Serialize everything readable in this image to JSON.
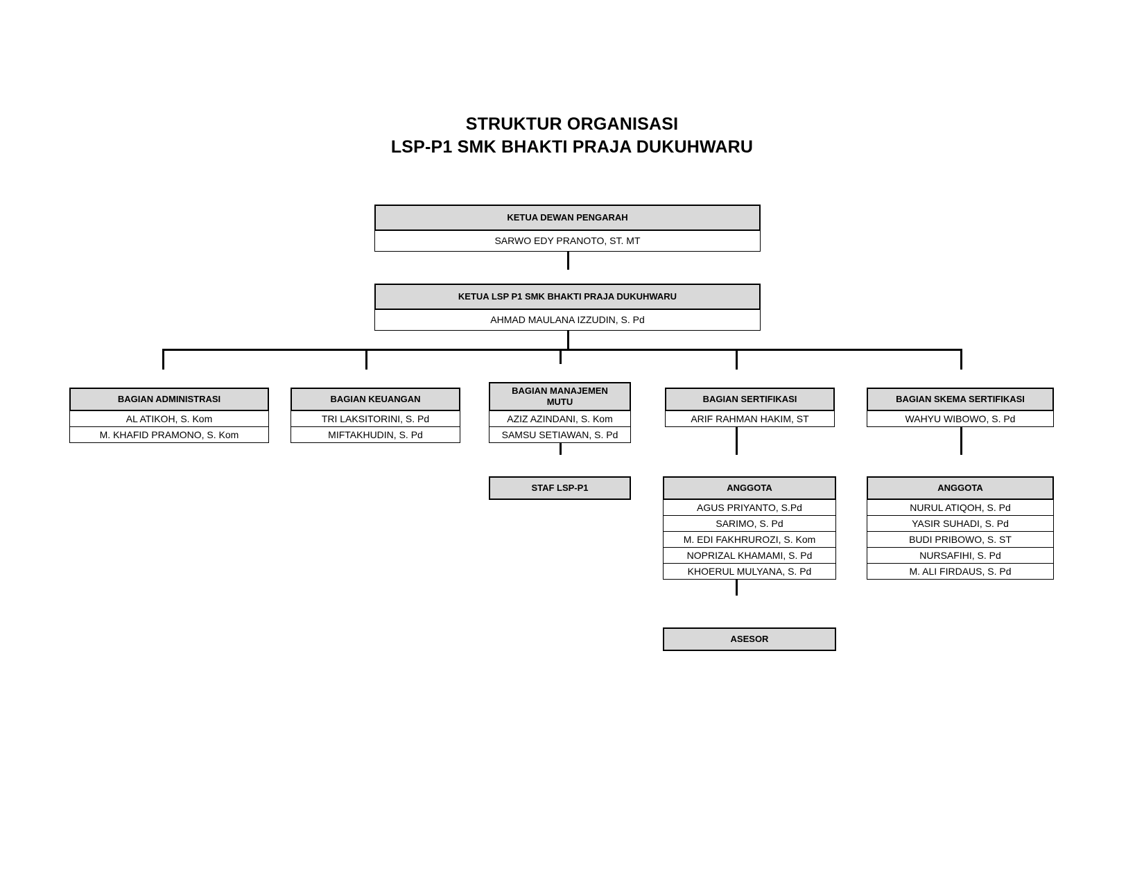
{
  "title": {
    "line1": "STRUKTUR ORGANISASI",
    "line2": "LSP-P1 SMK BHAKTI PRAJA DUKUHWARU"
  },
  "chart_data": {
    "type": "diagram",
    "diagram_type": "organizational-chart",
    "header_fill": "#d9d9d9",
    "border_color": "#000000",
    "nodes": [
      {
        "id": "dewan-pengarah",
        "header": "KETUA DEWAN PENGARAH",
        "members": [
          "SARWO EDY PRANOTO, ST. MT"
        ],
        "level": 0
      },
      {
        "id": "ketua-lsp",
        "header": "KETUA LSP P1 SMK BHAKTI PRAJA DUKUHWARU",
        "members": [
          "AHMAD MAULANA IZZUDIN, S. Pd"
        ],
        "level": 1
      },
      {
        "id": "bagian-administrasi",
        "header": "BAGIAN ADMINISTRASI",
        "members": [
          "AL ATIKOH, S. Kom",
          "M. KHAFID PRAMONO, S. Kom"
        ],
        "level": 2
      },
      {
        "id": "bagian-keuangan",
        "header": "BAGIAN KEUANGAN",
        "members": [
          "TRI LAKSITORINI, S. Pd",
          "MIFTAKHUDIN, S. Pd"
        ],
        "level": 2
      },
      {
        "id": "bagian-manajemen-mutu",
        "header": "BAGIAN MANAJEMEN MUTU",
        "header_line1": "BAGIAN MANAJEMEN",
        "header_line2": "MUTU",
        "members": [
          "AZIZ AZINDANI, S. Kom",
          "SAMSU SETIAWAN, S. Pd"
        ],
        "level": 2
      },
      {
        "id": "bagian-sertifikasi",
        "header": "BAGIAN SERTIFIKASI",
        "members": [
          "ARIF RAHMAN HAKIM, ST"
        ],
        "level": 2
      },
      {
        "id": "bagian-skema-sertifikasi",
        "header": "BAGIAN SKEMA SERTIFIKASI",
        "members": [
          "WAHYU WIBOWO, S. Pd"
        ],
        "level": 2
      },
      {
        "id": "staf-lsp-p1",
        "header": "STAF LSP-P1",
        "members": [],
        "level": 3,
        "parent": "bagian-manajemen-mutu"
      },
      {
        "id": "anggota-sertifikasi",
        "header": "ANGGOTA",
        "members": [
          "AGUS PRIYANTO, S.Pd",
          "SARIMO, S. Pd",
          "M. EDI FAKHRUROZI, S. Kom",
          "NOPRIZAL KHAMAMI, S. Pd",
          "KHOERUL MULYANA, S. Pd"
        ],
        "level": 3,
        "parent": "bagian-sertifikasi"
      },
      {
        "id": "anggota-skema",
        "header": "ANGGOTA",
        "members": [
          "NURUL ATIQOH, S. Pd",
          "YASIR SUHADI, S. Pd",
          "BUDI PRIBOWO, S. ST",
          "NURSAFIHI, S. Pd",
          "M. ALI FIRDAUS, S. Pd"
        ],
        "level": 3,
        "parent": "bagian-skema-sertifikasi"
      },
      {
        "id": "asesor",
        "header": "ASESOR",
        "members": [],
        "level": 4,
        "parent": "anggota-sertifikasi"
      }
    ]
  },
  "nodes": {
    "dewan_pengarah": {
      "header": "KETUA DEWAN PENGARAH",
      "member1": "SARWO EDY PRANOTO, ST. MT"
    },
    "ketua_lsp": {
      "header": "KETUA LSP P1 SMK BHAKTI PRAJA DUKUHWARU",
      "member1": "AHMAD MAULANA IZZUDIN, S. Pd"
    },
    "administrasi": {
      "header": "BAGIAN ADMINISTRASI",
      "member1": "AL ATIKOH, S. Kom",
      "member2": "M. KHAFID PRAMONO, S. Kom"
    },
    "keuangan": {
      "header": "BAGIAN KEUANGAN",
      "member1": "TRI LAKSITORINI, S. Pd",
      "member2": "MIFTAKHUDIN, S. Pd"
    },
    "manajemen_mutu": {
      "header_line1": "BAGIAN MANAJEMEN",
      "header_line2": "MUTU",
      "member1": "AZIZ AZINDANI, S. Kom",
      "member2": "SAMSU SETIAWAN, S. Pd"
    },
    "sertifikasi": {
      "header": "BAGIAN SERTIFIKASI",
      "member1": "ARIF RAHMAN HAKIM, ST"
    },
    "skema_sertifikasi": {
      "header": "BAGIAN SKEMA SERTIFIKASI",
      "member1": "WAHYU WIBOWO, S. Pd"
    },
    "staf": {
      "header": "STAF LSP-P1"
    },
    "anggota_sertifikasi": {
      "header": "ANGGOTA",
      "member1": "AGUS PRIYANTO, S.Pd",
      "member2": "SARIMO, S. Pd",
      "member3": "M. EDI FAKHRUROZI, S. Kom",
      "member4": "NOPRIZAL KHAMAMI, S. Pd",
      "member5": "KHOERUL MULYANA, S. Pd"
    },
    "anggota_skema": {
      "header": "ANGGOTA",
      "member1": "NURUL ATIQOH, S. Pd",
      "member2": "YASIR SUHADI, S. Pd",
      "member3": "BUDI PRIBOWO, S. ST",
      "member4": "NURSAFIHI, S. Pd",
      "member5": "M. ALI FIRDAUS, S. Pd"
    },
    "asesor": {
      "header": "ASESOR"
    }
  }
}
